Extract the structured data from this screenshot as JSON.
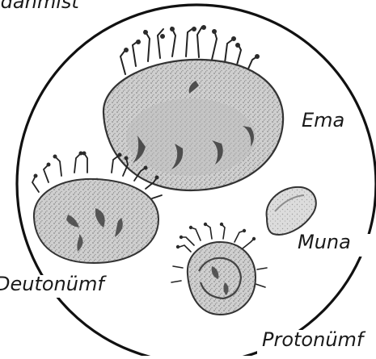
{
  "diagram": {
    "top_label": "idanmist",
    "stages": [
      {
        "id": "ema",
        "label": "Ema"
      },
      {
        "id": "muna",
        "label": "Muna"
      },
      {
        "id": "deutonumf",
        "label": "Deutonümf"
      },
      {
        "id": "protonumf",
        "label": "Protonümf"
      }
    ]
  }
}
